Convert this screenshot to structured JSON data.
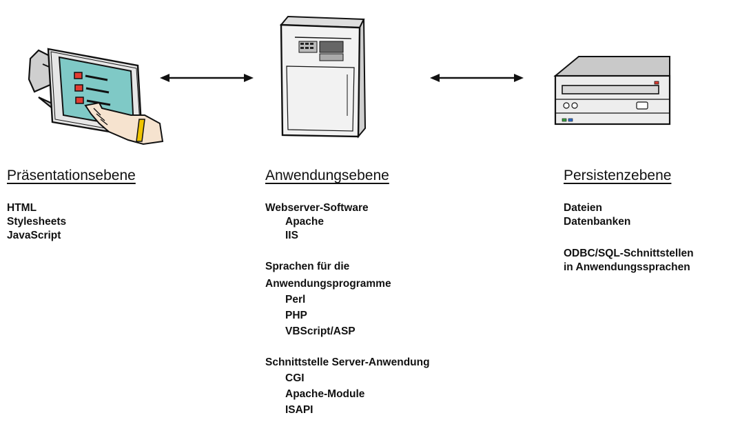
{
  "diagram": {
    "columns": [
      {
        "id": "presentation",
        "heading": "Präsentationsebene",
        "icon": "touch-monitor-icon",
        "groups": [
          {
            "title": null,
            "items": [
              "HTML",
              "Stylesheets",
              "JavaScript"
            ]
          }
        ]
      },
      {
        "id": "application",
        "heading": "Anwendungsebene",
        "icon": "server-cabinet-icon",
        "groups": [
          {
            "title": [
              "Webserver-Software"
            ],
            "items": [
              "Apache",
              "IIS"
            ]
          },
          {
            "title": [
              "Sprachen für die",
              "Anwendungsprogramme"
            ],
            "items": [
              "Perl",
              "PHP",
              "VBScript/ASP"
            ]
          },
          {
            "title": [
              "Schnittstelle Server-Anwendung"
            ],
            "items": [
              "CGI",
              "Apache-Module",
              "ISAPI"
            ]
          }
        ]
      },
      {
        "id": "persistence",
        "heading": "Persistenzebene",
        "icon": "storage-drive-icon",
        "groups": [
          {
            "title": null,
            "items": [
              "Dateien",
              "Datenbanken"
            ]
          },
          {
            "title": null,
            "items": [
              "ODBC/SQL-Schnittstellen",
              "in Anwendungssprachen"
            ]
          }
        ]
      }
    ],
    "connectors": [
      {
        "from": "presentation",
        "to": "application",
        "direction": "bidirectional"
      },
      {
        "from": "application",
        "to": "persistence",
        "direction": "bidirectional"
      }
    ],
    "colors": {
      "text": "#111111",
      "screen": "#7fc9c6",
      "indicator_red": "#e23c32",
      "bracelet": "#f0c400",
      "hand": "#f6e3cf",
      "led_green": "#3aa040",
      "led_blue": "#2f6fd0"
    }
  }
}
